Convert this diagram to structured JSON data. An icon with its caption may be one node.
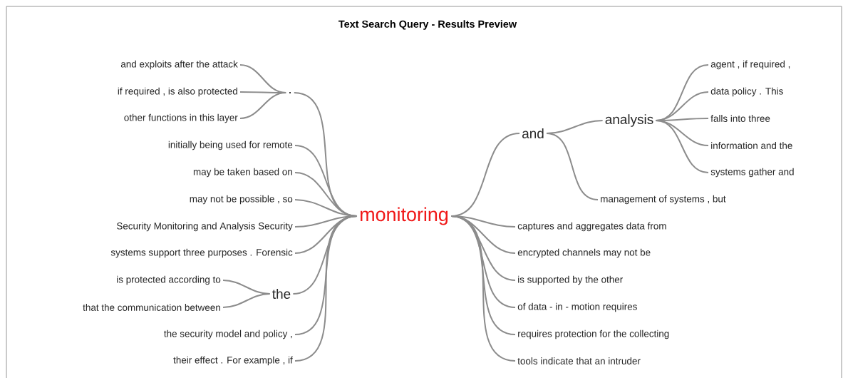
{
  "diagram": {
    "title": "Text Search Query - Results Preview",
    "nodes": [
      {
        "text": [
          "monitoring"
        ]
      },
      {
        "text": [
          "."
        ]
      },
      {
        "text": [
          "and exploits after the attack"
        ]
      },
      {
        "text": [
          "if required , is also protected"
        ]
      },
      {
        "text": [
          "other functions in this layer"
        ]
      },
      {
        "text": [
          "initially being used for remote"
        ]
      },
      {
        "text": [
          "may be taken based on"
        ]
      },
      {
        "text": [
          "may not be possible , so"
        ]
      },
      {
        "text": [
          "Security Monitoring and Analysis Security"
        ]
      },
      {
        "text": [
          "systems support three purposes . Forensic"
        ]
      },
      {
        "text": [
          "the"
        ]
      },
      {
        "text": [
          "is protected according to"
        ]
      },
      {
        "text": [
          "that the communication between"
        ]
      },
      {
        "text": [
          "the security model and policy ,"
        ]
      },
      {
        "text": [
          "their effect . For example , if"
        ]
      },
      {
        "text": [
          "and"
        ]
      },
      {
        "text": [
          "analysis"
        ]
      },
      {
        "text": [
          "agent , if required ,"
        ]
      },
      {
        "text": [
          "data policy . This"
        ]
      },
      {
        "text": [
          "falls into three"
        ]
      },
      {
        "text": [
          "information and the"
        ]
      },
      {
        "text": [
          "systems gather and"
        ]
      },
      {
        "text": [
          "management of systems , but"
        ]
      },
      {
        "text": [
          "captures and aggregates data from"
        ]
      },
      {
        "text": [
          "encrypted channels may not be"
        ]
      },
      {
        "text": [
          "is supported by the other"
        ]
      },
      {
        "text": [
          "of data - in - motion requires"
        ]
      },
      {
        "text": [
          "requires protection for the collecting"
        ]
      },
      {
        "text": [
          "tools indicate that an intruder"
        ]
      }
    ],
    "edges": [
      {
        "from": 0,
        "to": 1,
        "arrow": "none"
      },
      {
        "from": 1,
        "to": 2,
        "arrow": "none"
      },
      {
        "from": 1,
        "to": 3,
        "arrow": "none"
      },
      {
        "from": 1,
        "to": 4,
        "arrow": "none"
      },
      {
        "from": 0,
        "to": 5,
        "arrow": "none"
      },
      {
        "from": 0,
        "to": 6,
        "arrow": "none"
      },
      {
        "from": 0,
        "to": 7,
        "arrow": "none"
      },
      {
        "from": 0,
        "to": 8,
        "arrow": "none"
      },
      {
        "from": 0,
        "to": 9,
        "arrow": "none"
      },
      {
        "from": 0,
        "to": 10,
        "arrow": "none"
      },
      {
        "from": 10,
        "to": 11,
        "arrow": "none"
      },
      {
        "from": 10,
        "to": 12,
        "arrow": "none"
      },
      {
        "from": 0,
        "to": 13,
        "arrow": "none"
      },
      {
        "from": 0,
        "to": 14,
        "arrow": "none"
      },
      {
        "from": 0,
        "to": 15,
        "arrow": "none"
      },
      {
        "from": 15,
        "to": 16,
        "arrow": "none"
      },
      {
        "from": 16,
        "to": 17,
        "arrow": "none"
      },
      {
        "from": 16,
        "to": 18,
        "arrow": "none"
      },
      {
        "from": 16,
        "to": 19,
        "arrow": "none"
      },
      {
        "from": 16,
        "to": 20,
        "arrow": "none"
      },
      {
        "from": 16,
        "to": 21,
        "arrow": "none"
      },
      {
        "from": 15,
        "to": 22,
        "arrow": "none"
      },
      {
        "from": 0,
        "to": 23,
        "arrow": "none"
      },
      {
        "from": 0,
        "to": 24,
        "arrow": "none"
      },
      {
        "from": 0,
        "to": 25,
        "arrow": "none"
      },
      {
        "from": 0,
        "to": 26,
        "arrow": "none"
      },
      {
        "from": 0,
        "to": 27,
        "arrow": "none"
      },
      {
        "from": 0,
        "to": 28,
        "arrow": "none"
      }
    ]
  }
}
